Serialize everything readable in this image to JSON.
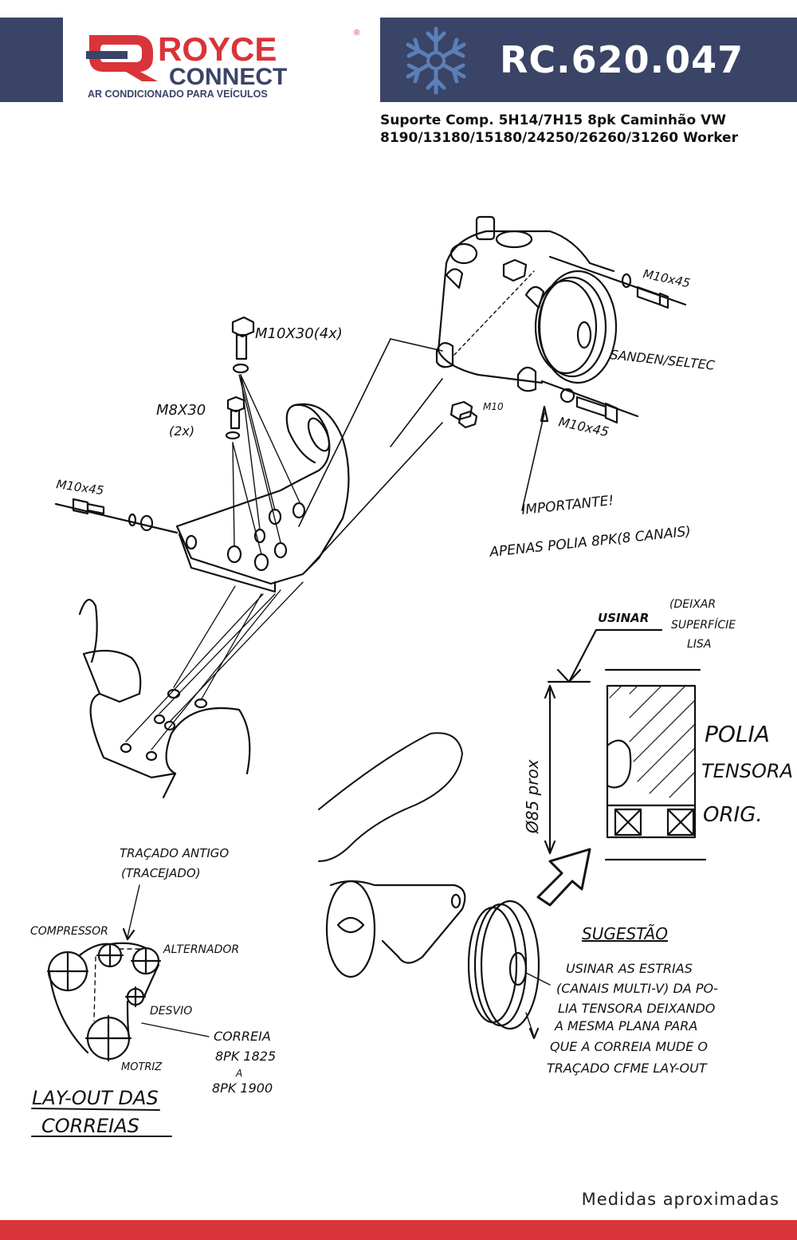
{
  "brand": {
    "name_top": "ROYCE",
    "name_bottom": "CONNECT",
    "tagline": "AR CONDICIONADO PARA VEÍCULOS",
    "registered": "®",
    "colors": {
      "navy": "#394466",
      "red": "#d93439",
      "snow_icon": "#5b7fb8"
    }
  },
  "header": {
    "code": "RC.620.047",
    "icon": "snowflake-icon",
    "subtitle_line1": "Suporte Comp. 5H14/7H15 8pk Caminhão VW",
    "subtitle_line2": "8190/13180/15180/24250/26260/31260 Worker"
  },
  "labels": {
    "bolt_top": "M10X30(4x)",
    "bolt_m8": "M8X30",
    "bolt_m8_qty": "(2x)",
    "bolt_left": "M10x45",
    "bolt_comp_top": "M10x45",
    "bolt_comp_bottom": "M10x45",
    "nut": "M10",
    "compressor_brand": "SANDEN/SELTEC",
    "important_1": "IMPORTANTE!",
    "important_2": "APENAS POLIA 8PK(8 CANAIS)",
    "usinar": "USINAR",
    "usinar_note_1": "(DEIXAR",
    "usinar_note_2": "SUPERFÍCIE",
    "usinar_note_3": "LISA",
    "diameter": "Ø85 prox",
    "polia_1": "POLIA",
    "polia_2": "TENSORA",
    "polia_3": "ORIG.",
    "tracado_1": "TRAÇADO ANTIGO",
    "tracado_2": "(TRACEJADO)",
    "compressor": "COMPRESSOR",
    "alternador": "ALTERNADOR",
    "desvio": "DESVIO",
    "motriz": "MOTRIZ",
    "correia_1": "CORREIA",
    "correia_2": "8PK 1825",
    "correia_3": "A",
    "correia_4": "8PK 1900",
    "layout_1": "LAY-OUT DAS",
    "layout_2": "CORREIAS",
    "sugestao": "SUGESTÃO",
    "sugestao_text_1": "USINAR AS ESTRIAS",
    "sugestao_text_2": "(CANAIS MULTI-V) DA PO-",
    "sugestao_text_3": "LIA TENSORA DEIXANDO",
    "sugestao_text_4": "A MESMA PLANA PARA",
    "sugestao_text_5": "QUE A CORREIA MUDE O",
    "sugestao_text_6": "TRAÇADO CFME LAY-OUT"
  },
  "footer": {
    "note": "Medidas aproximadas"
  }
}
